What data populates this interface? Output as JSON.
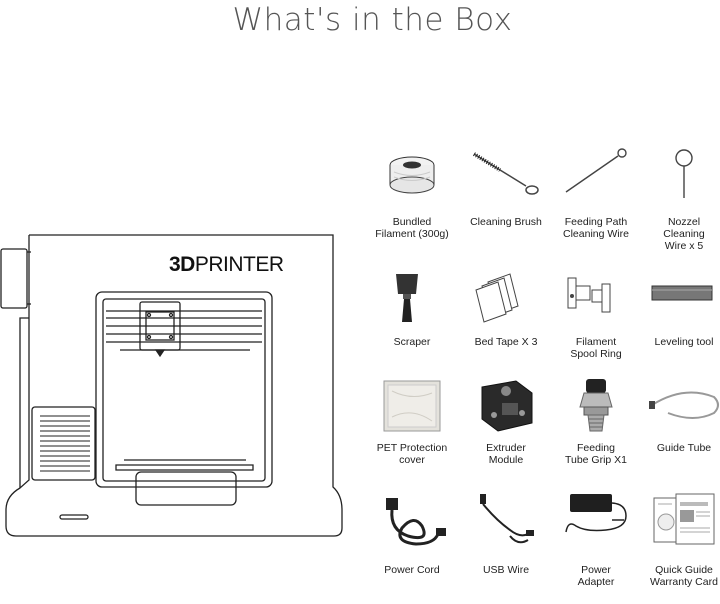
{
  "page": {
    "title": "What's in the Box"
  },
  "printer": {
    "brand_bold": "3D",
    "brand_rest": "PRINTER"
  },
  "items": [
    {
      "label": "Bundled\nFilament (300g)",
      "icon": "filament-spool-icon"
    },
    {
      "label": "Cleaning Brush",
      "icon": "cleaning-brush-icon"
    },
    {
      "label": "Feeding Path\nCleaning Wire",
      "icon": "cleaning-wire-icon"
    },
    {
      "label": "Nozzel\nCleaning\nWire x 5",
      "icon": "nozzle-wire-icon"
    },
    {
      "label": "Scraper",
      "icon": "scraper-icon"
    },
    {
      "label": "Bed Tape X 3",
      "icon": "bed-tape-icon"
    },
    {
      "label": "Filament\nSpool Ring",
      "icon": "spool-ring-icon"
    },
    {
      "label": "Leveling tool",
      "icon": "leveling-tool-icon"
    },
    {
      "label": "PET Protection\ncover",
      "icon": "pet-cover-icon"
    },
    {
      "label": "Extruder\nModule",
      "icon": "extruder-module-icon"
    },
    {
      "label": "Feeding\nTube Grip X1",
      "icon": "tube-grip-icon"
    },
    {
      "label": "Guide Tube",
      "icon": "guide-tube-icon"
    },
    {
      "label": "Power Cord",
      "icon": "power-cord-icon"
    },
    {
      "label": "USB Wire",
      "icon": "usb-wire-icon"
    },
    {
      "label": "Power\nAdapter",
      "icon": "power-adapter-icon"
    },
    {
      "label": "Quick Guide\nWarranty Card",
      "icon": "quick-guide-icon"
    }
  ]
}
